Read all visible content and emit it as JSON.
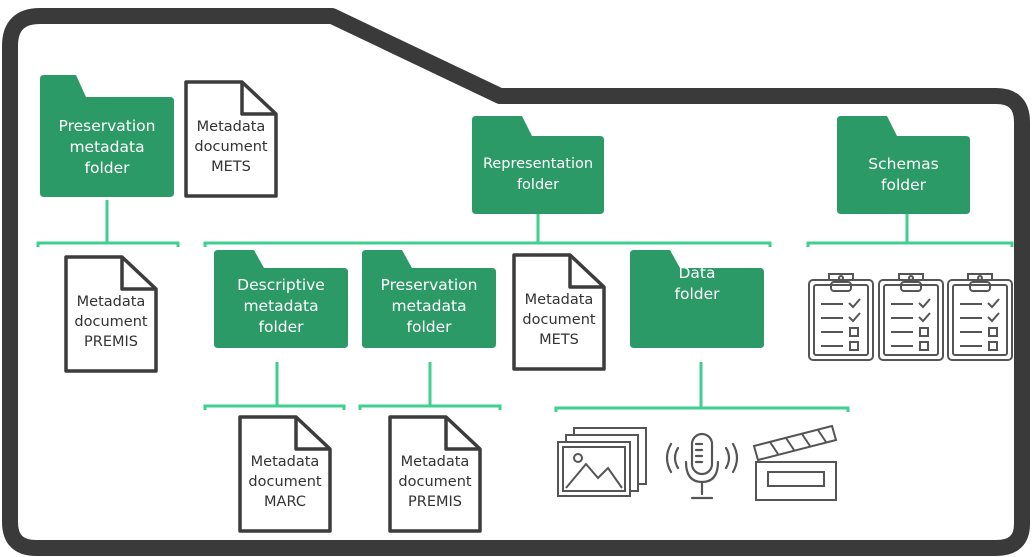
{
  "colors": {
    "folder_green": "#2b9a66",
    "folder_tab_green": "#2a9261",
    "connector_green": "#3fcf8e",
    "outline_dark": "#3a3a3a",
    "doc_stroke": "#3c3c3c",
    "icon_stroke": "#555555"
  },
  "folders": {
    "preservation_top": [
      "Preservation",
      "metadata",
      "folder"
    ],
    "representation": [
      "Representation",
      "folder"
    ],
    "schemas": [
      "Schemas",
      "folder"
    ],
    "descriptive": [
      "Descriptive",
      "metadata",
      "folder"
    ],
    "preservation_rep": [
      "Preservation",
      "metadata",
      "folder"
    ],
    "data": [
      "Data",
      "folder"
    ]
  },
  "documents": {
    "mets_top": [
      "Metadata",
      "document",
      "METS"
    ],
    "premis_top": [
      "Metadata",
      "document",
      "PREMIS"
    ],
    "mets_rep": [
      "Metadata",
      "document",
      "METS"
    ],
    "marc": [
      "Metadata",
      "document",
      "MARC"
    ],
    "premis_rep": [
      "Metadata",
      "document",
      "PREMIS"
    ]
  },
  "icons": {
    "schemas": [
      "clipboard-checklist-icon",
      "clipboard-checklist-icon",
      "clipboard-checklist-icon"
    ],
    "data": [
      "images-icon",
      "microphone-icon",
      "clapperboard-icon"
    ]
  }
}
